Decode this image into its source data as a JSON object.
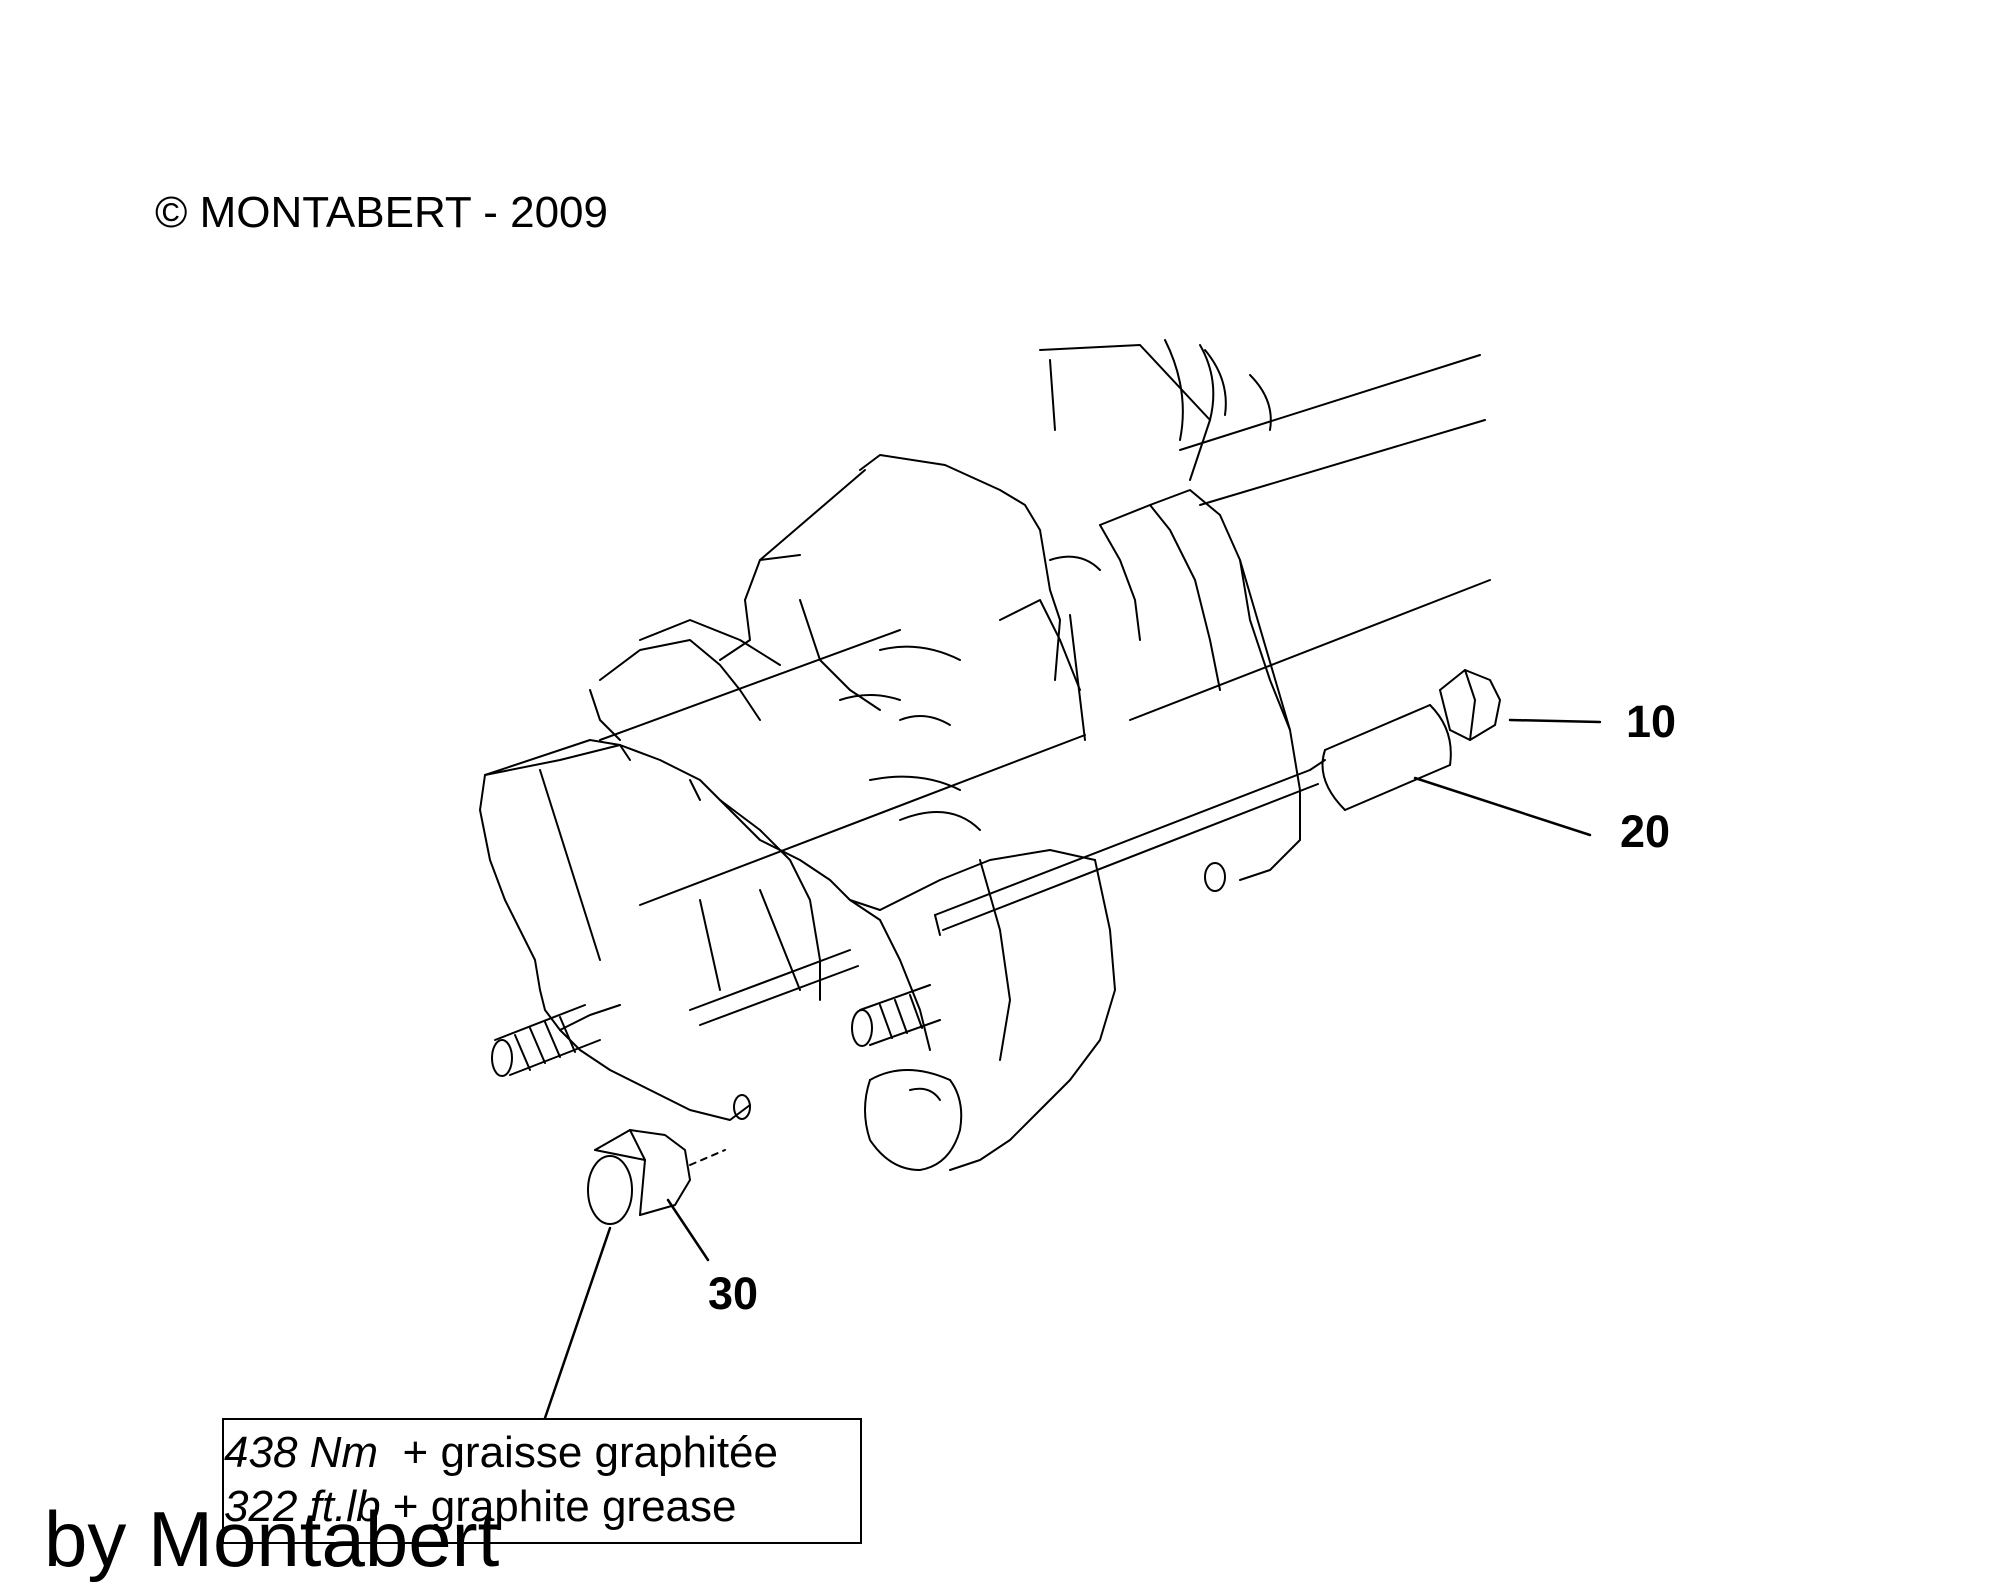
{
  "copyright": "© MONTABERT - 2009",
  "callouts": {
    "c10": "10",
    "c20": "20",
    "c30": "30"
  },
  "torque_note": {
    "line1_value": "438 Nm",
    "line1_text": "+ graisse graphitée",
    "line2_value": "322 ft.lb",
    "line2_text": "+ graphite grease"
  },
  "watermark": "by Montabert",
  "colors": {
    "ink": "#000000",
    "background": "#ffffff"
  }
}
